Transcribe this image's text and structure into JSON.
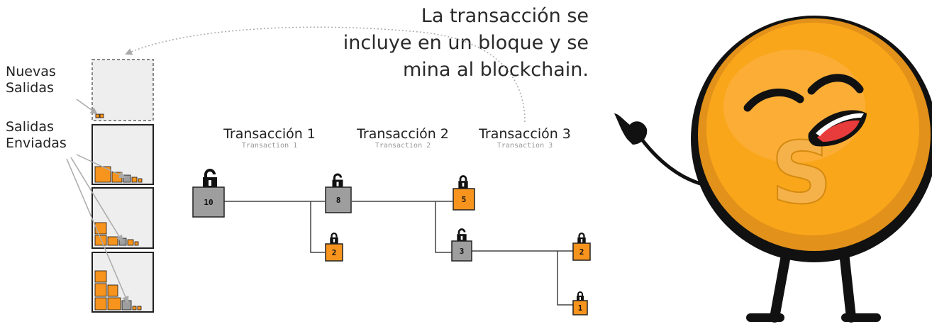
{
  "left_labels": {
    "new_outputs_line1": "Nuevas",
    "new_outputs_line2": "Salidas",
    "spent_outputs_line1": "Salidas",
    "spent_outputs_line2": "Enviadas"
  },
  "caption": {
    "line1": "La transacción se",
    "line2": "incluye en un bloque y se",
    "line3": "mina al blockchain."
  },
  "transactions": [
    {
      "title": "Transacción 1",
      "subtitle": "Transaction 1"
    },
    {
      "title": "Transacción 2",
      "subtitle": "Transaction 2"
    },
    {
      "title": "Transacción 3",
      "subtitle": "Transaction 3"
    }
  ],
  "outputs": {
    "tx1_input": "10",
    "tx1_change": "8",
    "tx1_payment": "2",
    "tx2_payment": "5",
    "tx2_change": "3",
    "tx3_output_a": "2",
    "tx3_output_b": "1"
  },
  "colors": {
    "spent": "#9e9e9e",
    "unspent": "#f7941d",
    "block_bg": "#eeeeee",
    "coin": "#f9a61a"
  },
  "mascot": {
    "letter": "S"
  }
}
